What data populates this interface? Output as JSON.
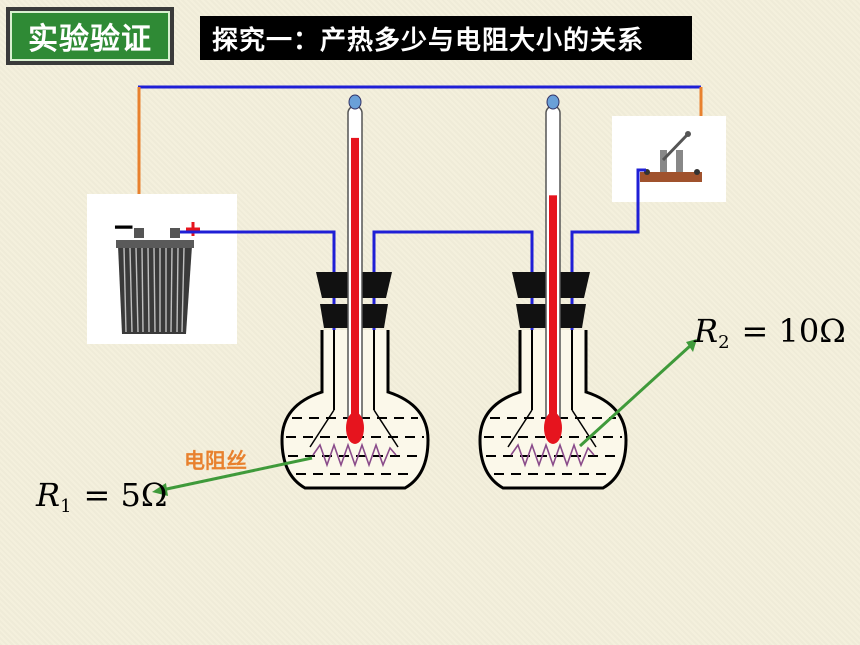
{
  "header": {
    "badge": "实验验证",
    "topic": "探究一：产热多少与电阻大小的关系"
  },
  "labels": {
    "wire": "电阻丝",
    "r1": {
      "symbol": "R",
      "sub": "1",
      "eq": "=",
      "value": "5Ω"
    },
    "r2": {
      "symbol": "R",
      "sub": "2",
      "eq": "=",
      "value": "10Ω"
    }
  },
  "colors": {
    "wire_blue": "#1f1fd6",
    "wire_orange": "#e8812e",
    "arrow_green": "#3f9a3a",
    "mercury_red": "#e6141e",
    "resistor": "#8a4b8a"
  },
  "thermometer_levels": [
    0.9,
    0.72
  ]
}
